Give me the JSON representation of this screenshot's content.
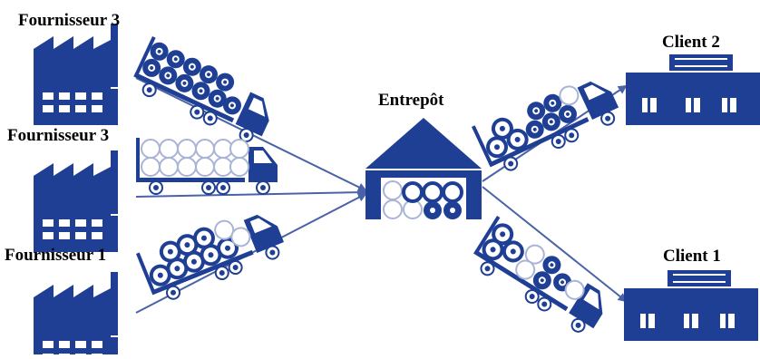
{
  "diagram": {
    "suppliers": [
      {
        "label": "Fournisseur 3"
      },
      {
        "label": "Fournisseur 3"
      },
      {
        "label": "Fournisseur 1"
      }
    ],
    "warehouse": {
      "label": "Entrepôt"
    },
    "clients": [
      {
        "label": "Client 2"
      },
      {
        "label": "Client 1"
      }
    ],
    "colors": {
      "primary": "#1f3f95",
      "arrow": "#4a63a8",
      "light": "#a9b4d6"
    },
    "icons": [
      "factory-icon",
      "truck-icon",
      "warehouse-icon",
      "store-icon",
      "arrow-icon",
      "reel-icon"
    ]
  }
}
